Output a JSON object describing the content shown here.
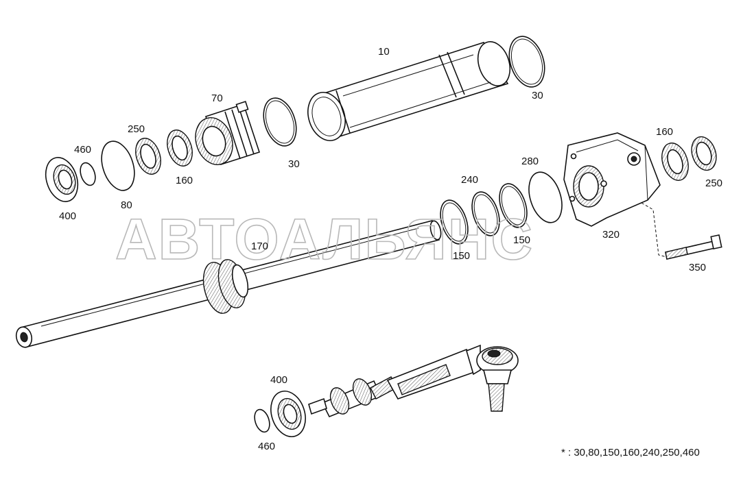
{
  "watermark": "АВТОАЛЬЯНС",
  "labels": {
    "p10": "10",
    "p30a": "30",
    "p30b": "30",
    "p70": "70",
    "p250a": "250",
    "p460a": "460",
    "p160a": "160",
    "p80": "80",
    "p400a": "400",
    "p160b": "160",
    "p280": "280",
    "p240": "240",
    "p250b": "250",
    "p150a": "150",
    "p150b": "150",
    "p320": "320",
    "p350": "350",
    "p170": "170",
    "p400b": "400",
    "p460b": "460"
  },
  "footnote": "* : 30,80,150,160,240,250,460"
}
